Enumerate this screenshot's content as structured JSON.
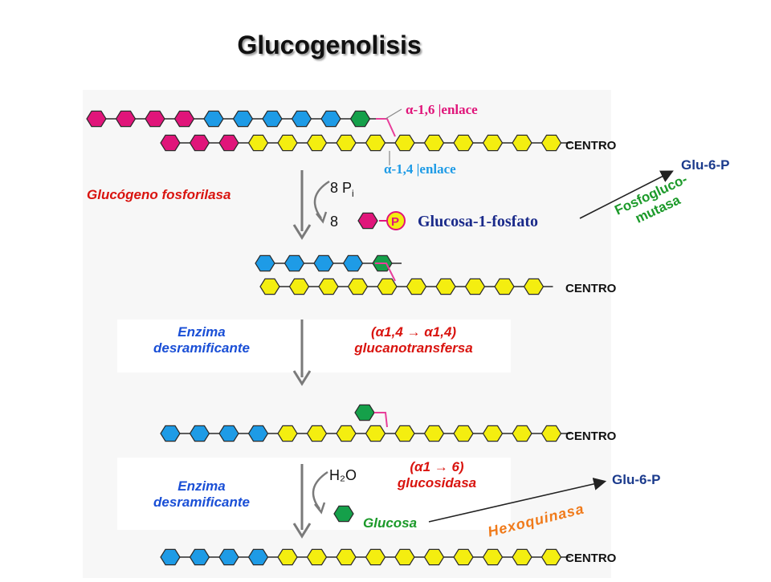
{
  "title": "Glucogenolisis",
  "colors": {
    "magenta": "#e0157a",
    "blue": "#1e9be6",
    "yellow": "#f4ee10",
    "green": "#15a04a",
    "link": "#e83e9a",
    "arrow": "#7a7a7a"
  },
  "diagram": {
    "bond_16": "α-1,6 |enlace",
    "bond_14": "α-1,4 |enlace",
    "centro": "CENTRO",
    "pi_label": "8 P",
    "pi_sub": "i",
    "eight": "8",
    "p_letter": "P",
    "g1p": "Glucosa-1-fosfato",
    "h2o": "H₂O"
  },
  "labels": {
    "fosforilasa": "Glucógeno fosforilasa",
    "glu6p_top": "Glu-6-P",
    "fosfogluco_1": "Fosfogluco-",
    "fosfogluco_2": "mutasa",
    "desram1_1": "Enzima",
    "desram1_2": "desramificante",
    "transf_1": "(α1,4 → α1,4)",
    "transf_2": "glucanotransfersa",
    "desram2_1": "Enzima",
    "desram2_2": "desramificante",
    "glucosid_1": "(α1 → 6)",
    "glucosid_2": "glucosidasa",
    "glucosa": "Glucosa",
    "glu6p_bottom": "Glu-6-P",
    "hexoquinasa": "Hexoquinasa"
  }
}
